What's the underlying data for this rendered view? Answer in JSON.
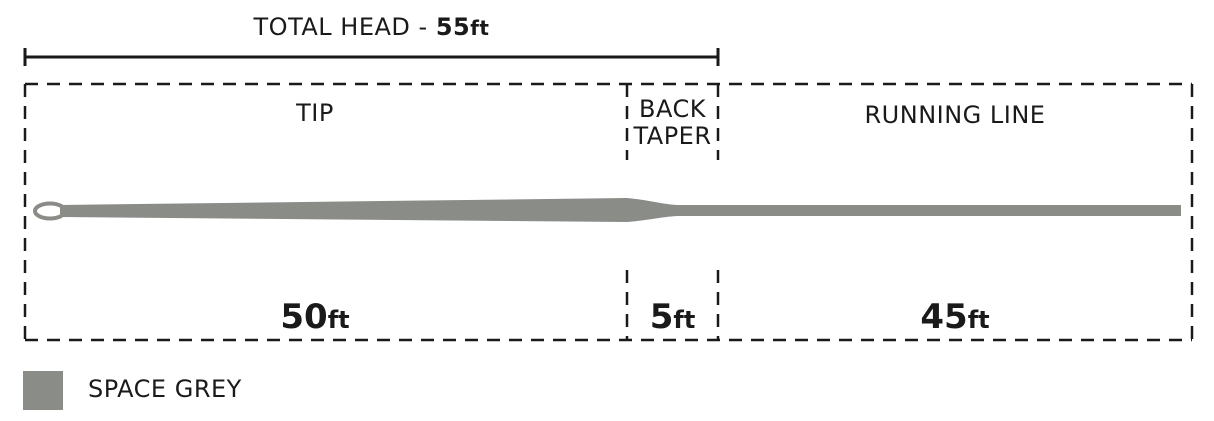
{
  "total_head": {
    "prefix": "TOTAL HEAD - ",
    "value": "55",
    "unit": "ft"
  },
  "segments": [
    {
      "label": "TIP",
      "length": "50",
      "unit": "ft"
    },
    {
      "label_line1": "BACK",
      "label_line2": "TAPER",
      "length": "5",
      "unit": "ft"
    },
    {
      "label": "RUNNING LINE",
      "length": "45",
      "unit": "ft"
    }
  ],
  "legend": {
    "label": "SPACE GREY",
    "color": "#8a8c87"
  },
  "line_color": "#8a8c87"
}
